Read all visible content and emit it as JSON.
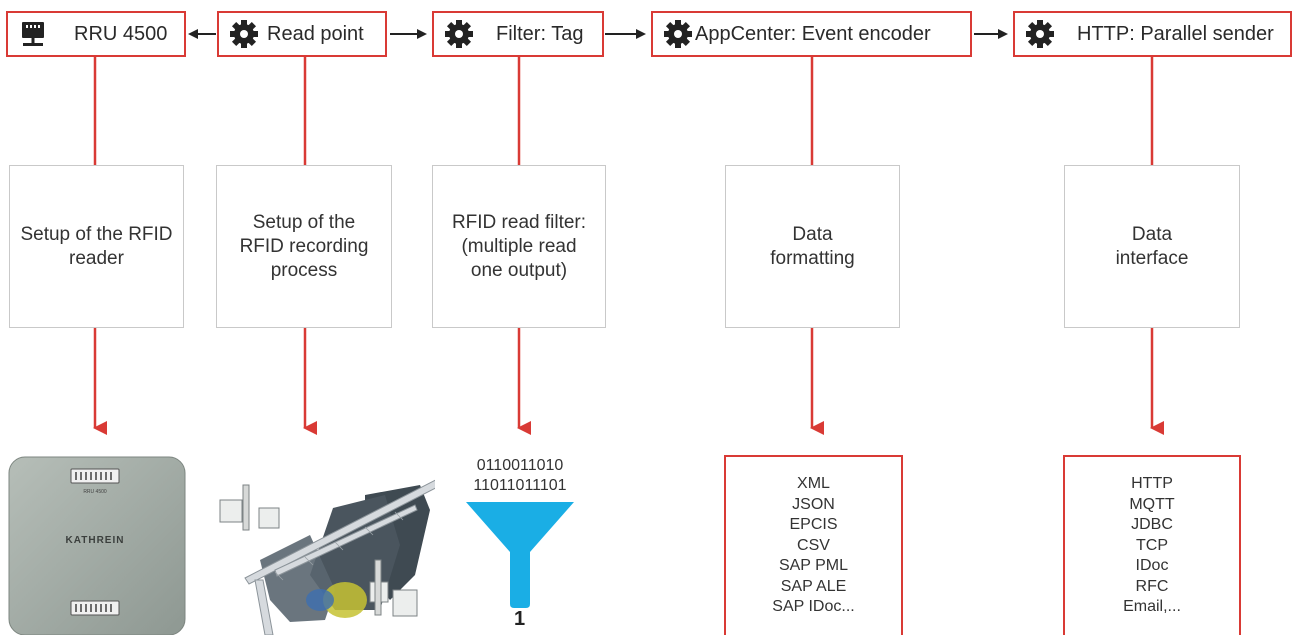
{
  "nodes": [
    {
      "label": "RRU 4500",
      "icon": "reader-icon"
    },
    {
      "label": "Read point",
      "icon": "gear-icon"
    },
    {
      "label": "Filter: Tag",
      "icon": "gear-icon"
    },
    {
      "label": "AppCenter: Event encoder",
      "icon": "gear-icon"
    },
    {
      "label": "HTTP: Parallel sender",
      "icon": "gear-icon"
    }
  ],
  "descriptions": [
    {
      "line1": "Setup of the RFID",
      "line2": "reader",
      "line3": ""
    },
    {
      "line1": "Setup of the",
      "line2": "RFID recording",
      "line3": "process"
    },
    {
      "line1": "RFID read filter:",
      "line2": "(multiple read",
      "line3": "one output)"
    },
    {
      "line1": "Data",
      "line2": "formatting",
      "line3": ""
    },
    {
      "line1": "Data",
      "line2": "interface",
      "line3": ""
    }
  ],
  "reader_device": {
    "brand": "KATHREIN",
    "model": "RRU 4500"
  },
  "filter_output": {
    "bits_line1": "0110011010",
    "bits_line2": "11011011101",
    "result": "1"
  },
  "formats": [
    "XML",
    "JSON",
    "EPCIS",
    "CSV",
    "SAP PML",
    "SAP ALE",
    "SAP IDoc..."
  ],
  "interfaces": [
    "HTTP",
    "MQTT",
    "JDBC",
    "TCP",
    "IDoc",
    "RFC",
    "Email,..."
  ],
  "colors": {
    "accent": "#d93a35",
    "box_border": "#c9c9c9",
    "funnel": "#1aaee5",
    "device": "#9fa8a2"
  }
}
